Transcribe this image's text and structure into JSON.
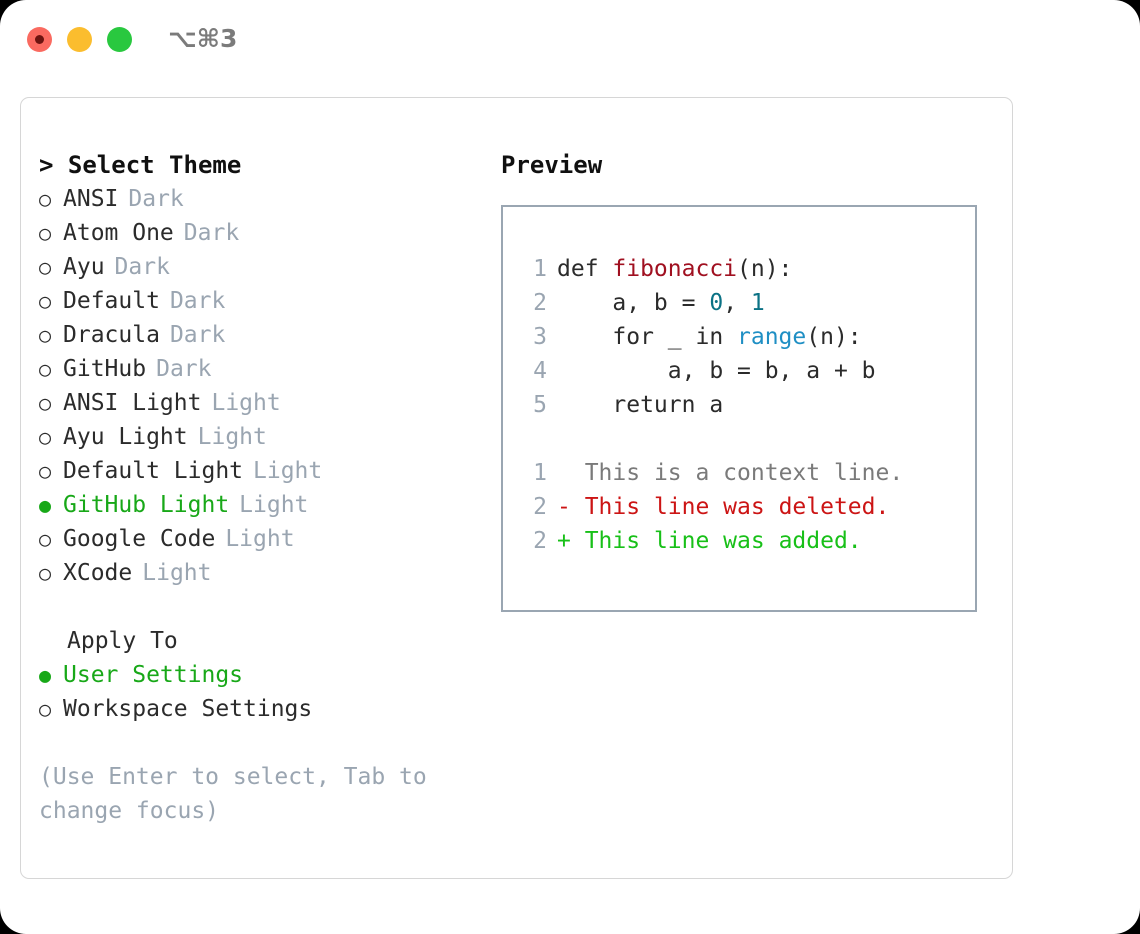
{
  "window": {
    "shortcut": "⌥⌘3",
    "traffic_lights": {
      "close_color": "#fa6a60",
      "minimize_color": "#fbbd2e",
      "maximize_color": "#29c83f"
    }
  },
  "theme_picker": {
    "header": "> Select Theme",
    "items": [
      {
        "bullet": "○",
        "label": "ANSI",
        "tag": "Dark",
        "selected": false
      },
      {
        "bullet": "○",
        "label": "Atom One",
        "tag": "Dark",
        "selected": false
      },
      {
        "bullet": "○",
        "label": "Ayu",
        "tag": "Dark",
        "selected": false
      },
      {
        "bullet": "○",
        "label": "Default",
        "tag": "Dark",
        "selected": false
      },
      {
        "bullet": "○",
        "label": "Dracula",
        "tag": "Dark",
        "selected": false
      },
      {
        "bullet": "○",
        "label": "GitHub",
        "tag": "Dark",
        "selected": false
      },
      {
        "bullet": "○",
        "label": "ANSI Light",
        "tag": "Light",
        "selected": false
      },
      {
        "bullet": "○",
        "label": "Ayu Light",
        "tag": "Light",
        "selected": false
      },
      {
        "bullet": "○",
        "label": "Default Light",
        "tag": "Light",
        "selected": false
      },
      {
        "bullet": "●",
        "label": "GitHub Light",
        "tag": "Light",
        "selected": true
      },
      {
        "bullet": "○",
        "label": "Google Code",
        "tag": "Light",
        "selected": false
      },
      {
        "bullet": "○",
        "label": "XCode",
        "tag": "Light",
        "selected": false
      }
    ]
  },
  "apply_to": {
    "title": "Apply To",
    "options": [
      {
        "bullet": "●",
        "label": "User Settings",
        "selected": true
      },
      {
        "bullet": "○",
        "label": "Workspace Settings",
        "selected": false
      }
    ]
  },
  "hint": "(Use Enter to select, Tab to change focus)",
  "preview": {
    "title": "Preview",
    "code_lines": [
      {
        "no": "1",
        "indent": "",
        "parts": [
          {
            "t": "def ",
            "c": "plain"
          },
          {
            "t": "fibonacci",
            "c": "fn"
          },
          {
            "t": "(n):",
            "c": "plain"
          }
        ]
      },
      {
        "no": "2",
        "indent": "    ",
        "parts": [
          {
            "t": "a, b = ",
            "c": "plain"
          },
          {
            "t": "0",
            "c": "num"
          },
          {
            "t": ", ",
            "c": "plain"
          },
          {
            "t": "1",
            "c": "num"
          }
        ]
      },
      {
        "no": "3",
        "indent": "    ",
        "parts": [
          {
            "t": "for _ in ",
            "c": "plain"
          },
          {
            "t": "range",
            "c": "call"
          },
          {
            "t": "(n):",
            "c": "plain"
          }
        ]
      },
      {
        "no": "4",
        "indent": "        ",
        "parts": [
          {
            "t": "a, b = b, a + b",
            "c": "plain"
          }
        ]
      },
      {
        "no": "5",
        "indent": "    ",
        "parts": [
          {
            "t": "return a",
            "c": "plain"
          }
        ]
      }
    ],
    "diff_lines": [
      {
        "no": "1",
        "marker": "  ",
        "text": "This is a context line.",
        "kind": "ctx"
      },
      {
        "no": "2",
        "marker": "- ",
        "text": "This line was deleted.",
        "kind": "del"
      },
      {
        "no": "2",
        "marker": "+ ",
        "text": "This line was added.",
        "kind": "add"
      }
    ]
  },
  "colors": {
    "selected_green": "#18a818",
    "tag_gray": "#9aa5b1",
    "diff_add": "#18c018",
    "diff_del": "#cc1414",
    "syntax_fn": "#a01020",
    "syntax_num": "#0b7285",
    "syntax_call": "#1f8fc4",
    "panel_border": "#d6d6d6",
    "preview_border": "#9aa6b2"
  }
}
